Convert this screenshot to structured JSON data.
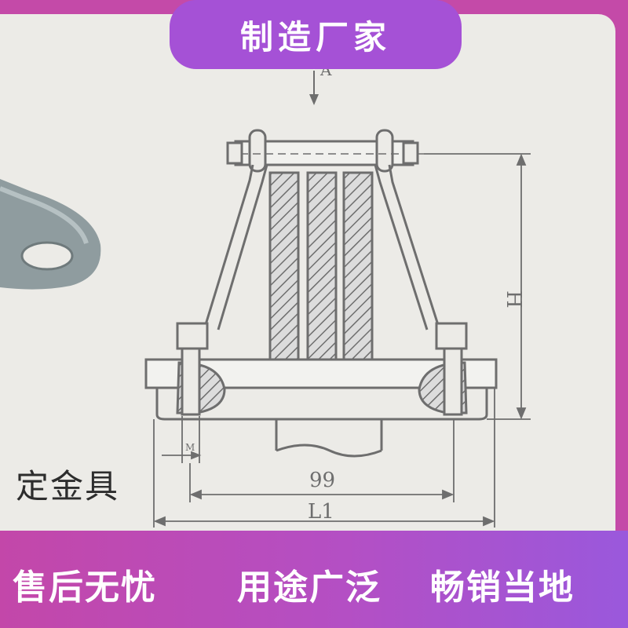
{
  "banner": {
    "title": "制造厂家"
  },
  "drawing": {
    "label_a": "A",
    "label_h": "H",
    "label_m": "M",
    "dim_99": "99",
    "dim_l1": "L1",
    "side_text": "定金具"
  },
  "footer": {
    "items": [
      "售后无忧",
      "用途广泛",
      "畅销当地"
    ]
  },
  "colors": {
    "brand_purple": "#a551d6",
    "footer_pink": "#c347a9",
    "paper": "#ecebe7",
    "line": "#6e6e6e"
  }
}
